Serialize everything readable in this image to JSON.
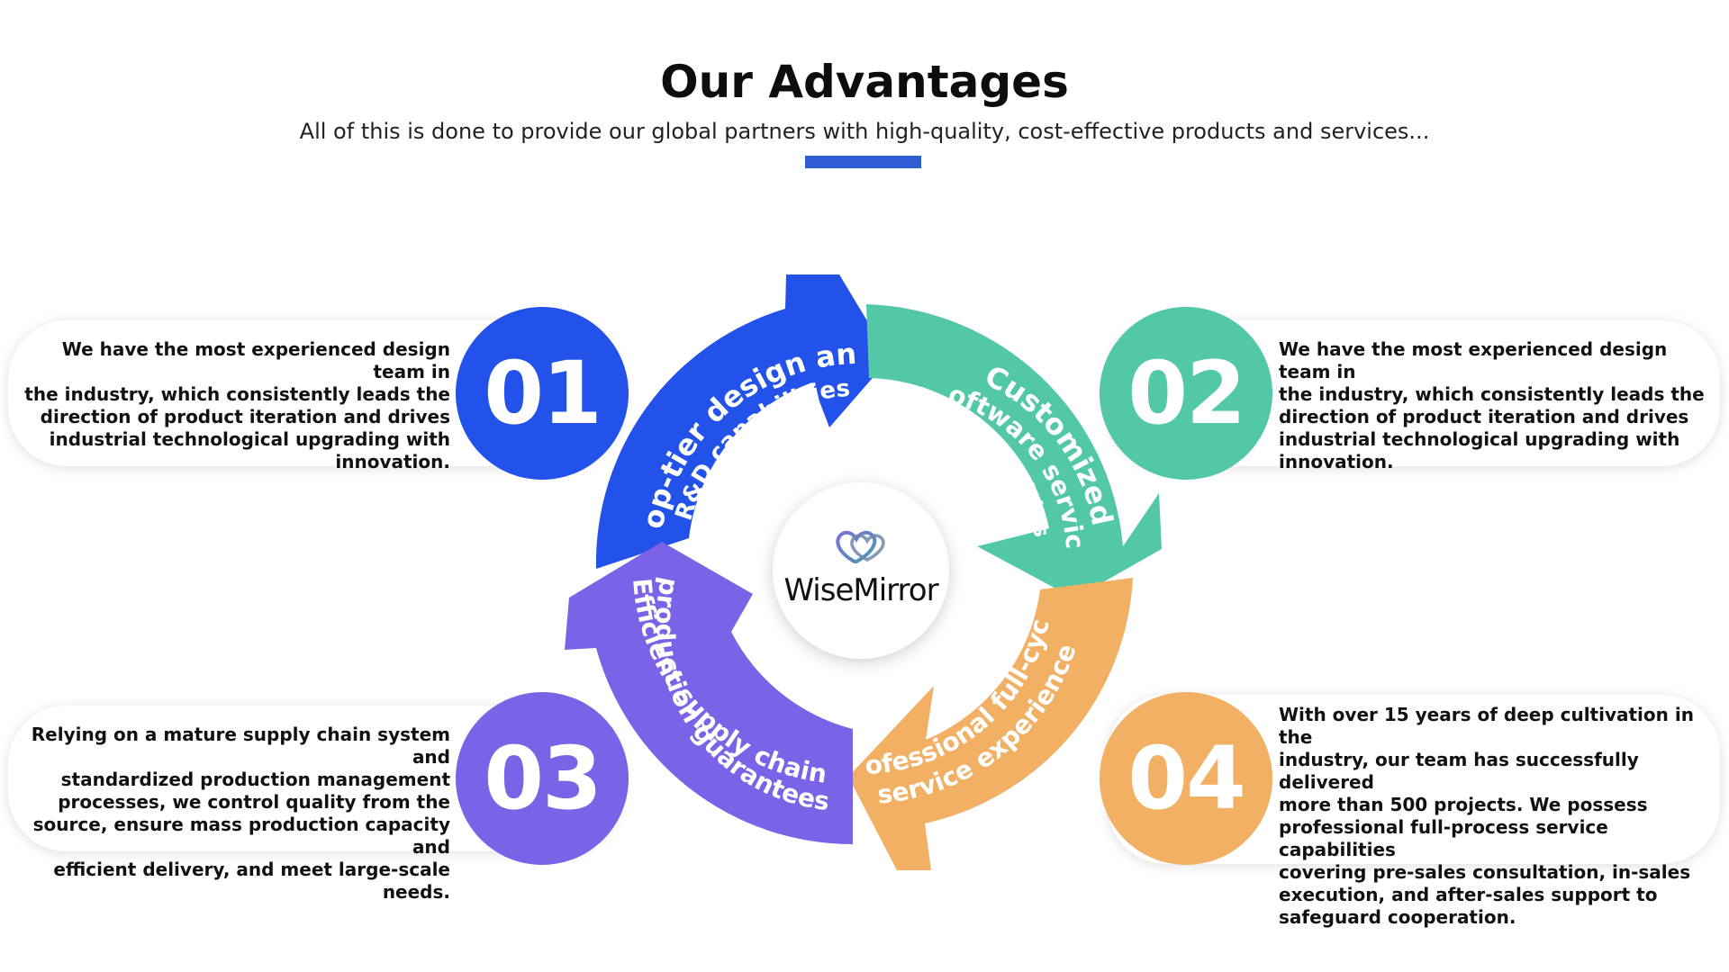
{
  "header": {
    "title": "Our Advantages",
    "subtitle": "All of this is done to provide our global partners with high-quality, cost-effective products and services..."
  },
  "colors": {
    "blue": "#2352EA",
    "green": "#52C8A6",
    "purple": "#7A63E6",
    "orange": "#F2B064",
    "accent_bar": "#2F5BD3"
  },
  "logo": {
    "icon": "interlocked-hearts-logo-icon",
    "text": "WiseMirror"
  },
  "cycle": [
    {
      "lines": [
        "Top-tier design and",
        "R&D capabilities"
      ]
    },
    {
      "lines": [
        "Customized",
        "software service",
        "capabilities"
      ]
    },
    {
      "lines": [
        "Professional full-cycle",
        "service experience"
      ]
    },
    {
      "lines": [
        "Efficient supply chain",
        "production guarantees"
      ]
    }
  ],
  "cards": [
    {
      "number": "01",
      "lines": [
        "We have the most experienced design team in",
        "the industry, which consistently leads the",
        "direction of product iteration and drives",
        "industrial technological upgrading with",
        "innovation."
      ]
    },
    {
      "number": "02",
      "lines": [
        "We have the most experienced design team in",
        "the industry, which consistently leads the",
        "direction of product iteration and drives",
        "industrial technological upgrading with",
        "innovation."
      ]
    },
    {
      "number": "03",
      "lines": [
        "Relying on a mature supply chain system and",
        "standardized production management",
        "processes, we control quality from the",
        "source, ensure mass production capacity and",
        "efficient delivery, and meet large-scale needs."
      ]
    },
    {
      "number": "04",
      "lines": [
        "With over 15 years of deep cultivation in the",
        "industry, our team has successfully delivered",
        "more than 500 projects. We possess",
        "professional full-process service capabilities",
        "covering pre-sales consultation, in-sales",
        "execution, and after-sales support to",
        "safeguard cooperation."
      ]
    }
  ]
}
